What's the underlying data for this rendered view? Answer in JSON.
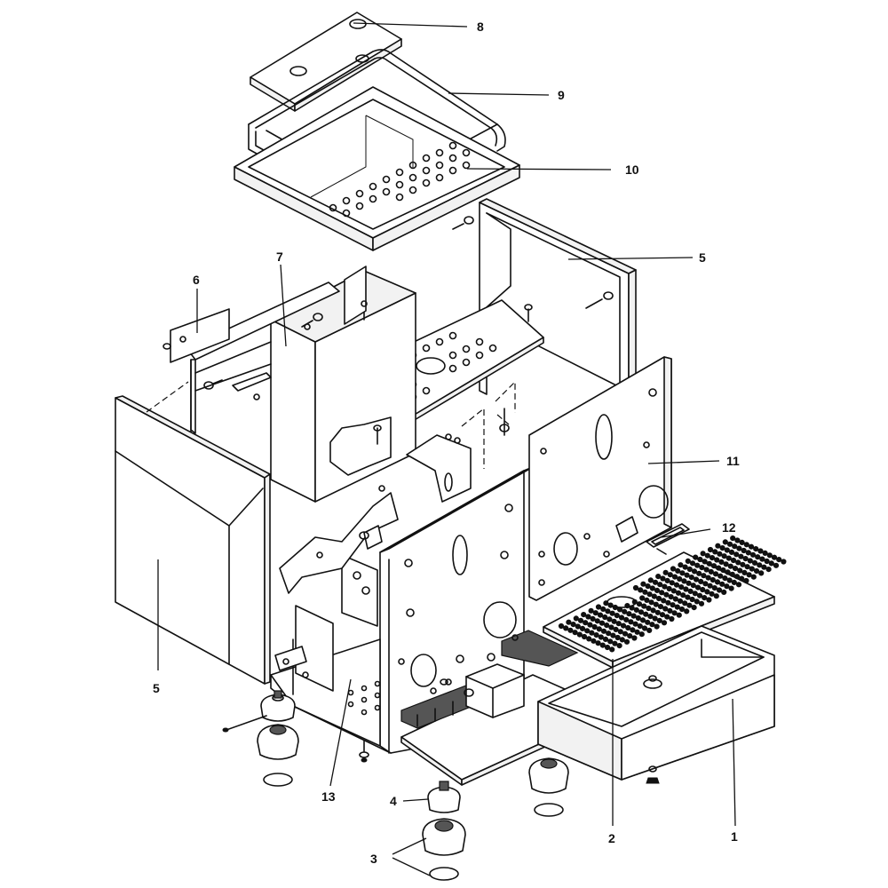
{
  "callouts": [
    {
      "id": "c8",
      "label": "8"
    },
    {
      "id": "c9",
      "label": "9"
    },
    {
      "id": "c10",
      "label": "10"
    },
    {
      "id": "c5a",
      "label": "5"
    },
    {
      "id": "c7",
      "label": "7"
    },
    {
      "id": "c6",
      "label": "6"
    },
    {
      "id": "c11",
      "label": "11"
    },
    {
      "id": "c12",
      "label": "12"
    },
    {
      "id": "c5b",
      "label": "5"
    },
    {
      "id": "c13",
      "label": "13"
    },
    {
      "id": "c4",
      "label": "4"
    },
    {
      "id": "c3",
      "label": "3"
    },
    {
      "id": "c2",
      "label": "2"
    },
    {
      "id": "c1",
      "label": "1"
    }
  ]
}
